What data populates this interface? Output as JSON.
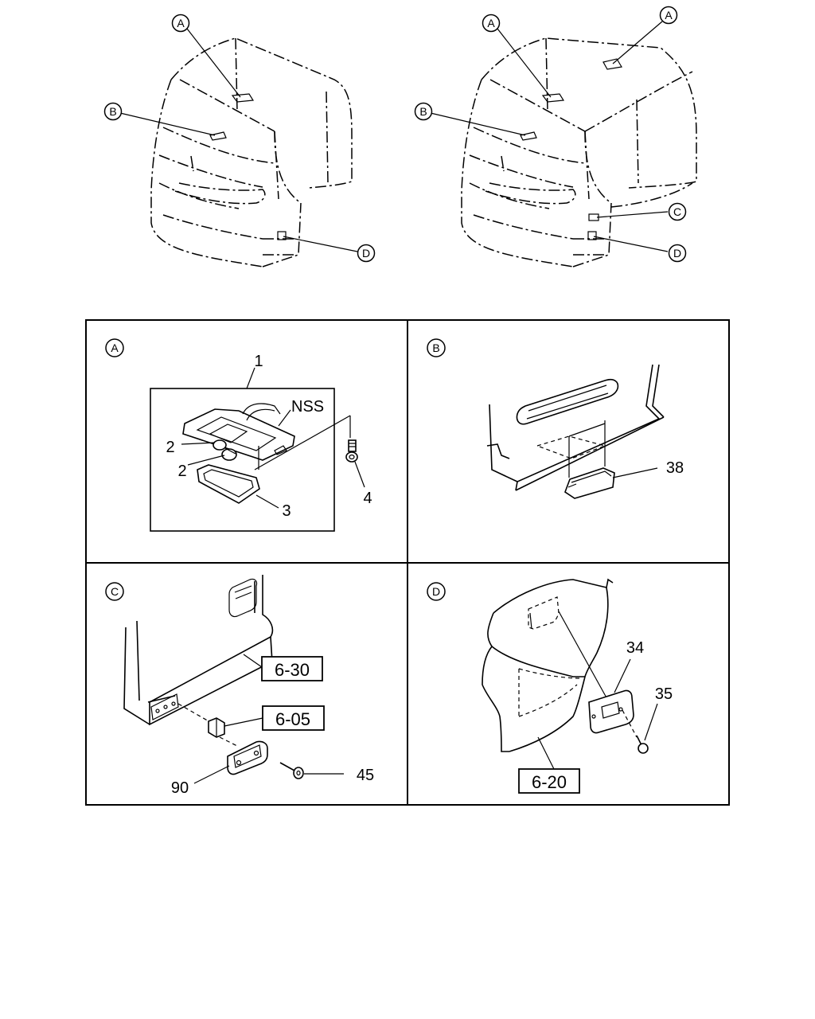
{
  "overview_left": {
    "callouts": [
      "A",
      "B",
      "D"
    ]
  },
  "overview_right": {
    "callouts": [
      "A",
      "A",
      "B",
      "C",
      "D"
    ]
  },
  "panels": {
    "a": {
      "letter": "A",
      "parts": {
        "p1": "1",
        "nss": "NSS",
        "p2a": "2",
        "p2b": "2",
        "p3": "3",
        "p4": "4"
      }
    },
    "b": {
      "letter": "B",
      "parts": {
        "p38": "38"
      }
    },
    "c": {
      "letter": "C",
      "refs": {
        "r1": "6-30",
        "r2": "6-05"
      },
      "parts": {
        "p90": "90",
        "p45": "45"
      }
    },
    "d": {
      "letter": "D",
      "refs": {
        "r1": "6-20"
      },
      "parts": {
        "p34": "34",
        "p35": "35"
      }
    }
  }
}
